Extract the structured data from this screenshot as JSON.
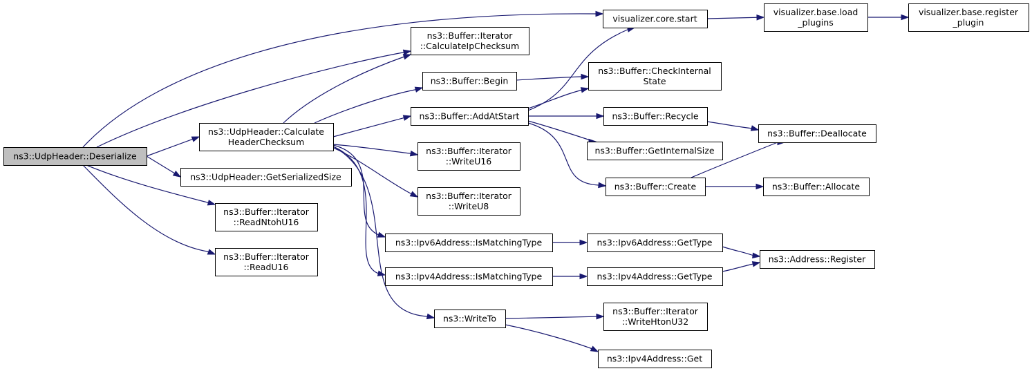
{
  "graph": {
    "nodes": [
      {
        "id": "deserialize",
        "lines": [
          "ns3::UdpHeader::Deserialize"
        ],
        "root": true
      },
      {
        "id": "calc_header",
        "lines": [
          "ns3::UdpHeader::Calculate",
          "HeaderChecksum"
        ]
      },
      {
        "id": "get_ser_size",
        "lines": [
          "ns3::UdpHeader::GetSerializedSize"
        ]
      },
      {
        "id": "read_ntoh16",
        "lines": [
          "ns3::Buffer::Iterator",
          "::ReadNtohU16"
        ]
      },
      {
        "id": "read_u16",
        "lines": [
          "ns3::Buffer::Iterator",
          "::ReadU16"
        ]
      },
      {
        "id": "vis_start",
        "lines": [
          "visualizer.core.start"
        ]
      },
      {
        "id": "vis_load",
        "lines": [
          "visualizer.base.load",
          "_plugins"
        ]
      },
      {
        "id": "vis_register",
        "lines": [
          "visualizer.base.register",
          "_plugin"
        ]
      },
      {
        "id": "calc_ip",
        "lines": [
          "ns3::Buffer::Iterator",
          "::CalculateIpChecksum"
        ]
      },
      {
        "id": "begin",
        "lines": [
          "ns3::Buffer::Begin"
        ]
      },
      {
        "id": "check_internal",
        "lines": [
          "ns3::Buffer::CheckInternal",
          "State"
        ]
      },
      {
        "id": "add_at_start",
        "lines": [
          "ns3::Buffer::AddAtStart"
        ]
      },
      {
        "id": "recycle",
        "lines": [
          "ns3::Buffer::Recycle"
        ]
      },
      {
        "id": "deallocate",
        "lines": [
          "ns3::Buffer::Deallocate"
        ]
      },
      {
        "id": "get_internal_size",
        "lines": [
          "ns3::Buffer::GetInternalSize"
        ]
      },
      {
        "id": "write_u16",
        "lines": [
          "ns3::Buffer::Iterator",
          "::WriteU16"
        ]
      },
      {
        "id": "create",
        "lines": [
          "ns3::Buffer::Create"
        ]
      },
      {
        "id": "allocate",
        "lines": [
          "ns3::Buffer::Allocate"
        ]
      },
      {
        "id": "write_u8",
        "lines": [
          "ns3::Buffer::Iterator",
          "::WriteU8"
        ]
      },
      {
        "id": "ipv6_match",
        "lines": [
          "ns3::Ipv6Address::IsMatchingType"
        ]
      },
      {
        "id": "ipv6_gettype",
        "lines": [
          "ns3::Ipv6Address::GetType"
        ]
      },
      {
        "id": "addr_register",
        "lines": [
          "ns3::Address::Register"
        ]
      },
      {
        "id": "ipv4_match",
        "lines": [
          "ns3::Ipv4Address::IsMatchingType"
        ]
      },
      {
        "id": "ipv4_gettype",
        "lines": [
          "ns3::Ipv4Address::GetType"
        ]
      },
      {
        "id": "write_to",
        "lines": [
          "ns3::WriteTo"
        ]
      },
      {
        "id": "write_hton32",
        "lines": [
          "ns3::Buffer::Iterator",
          "::WriteHtonU32"
        ]
      },
      {
        "id": "ipv4_get",
        "lines": [
          "ns3::Ipv4Address::Get"
        ]
      }
    ],
    "edges": [
      {
        "from": "deserialize",
        "to": "vis_start"
      },
      {
        "from": "deserialize",
        "to": "calc_ip"
      },
      {
        "from": "deserialize",
        "to": "calc_header"
      },
      {
        "from": "deserialize",
        "to": "get_ser_size"
      },
      {
        "from": "deserialize",
        "to": "read_ntoh16"
      },
      {
        "from": "deserialize",
        "to": "read_u16"
      },
      {
        "from": "calc_header",
        "to": "calc_ip"
      },
      {
        "from": "calc_header",
        "to": "begin"
      },
      {
        "from": "calc_header",
        "to": "add_at_start"
      },
      {
        "from": "calc_header",
        "to": "write_u16"
      },
      {
        "from": "calc_header",
        "to": "write_u8"
      },
      {
        "from": "calc_header",
        "to": "ipv6_match"
      },
      {
        "from": "calc_header",
        "to": "ipv4_match"
      },
      {
        "from": "calc_header",
        "to": "write_to"
      },
      {
        "from": "vis_start",
        "to": "vis_load"
      },
      {
        "from": "vis_load",
        "to": "vis_register"
      },
      {
        "from": "begin",
        "to": "check_internal"
      },
      {
        "from": "add_at_start",
        "to": "vis_start"
      },
      {
        "from": "add_at_start",
        "to": "check_internal"
      },
      {
        "from": "add_at_start",
        "to": "recycle"
      },
      {
        "from": "add_at_start",
        "to": "get_internal_size"
      },
      {
        "from": "add_at_start",
        "to": "create"
      },
      {
        "from": "recycle",
        "to": "deallocate"
      },
      {
        "from": "create",
        "to": "deallocate"
      },
      {
        "from": "create",
        "to": "allocate"
      },
      {
        "from": "ipv6_match",
        "to": "ipv6_gettype"
      },
      {
        "from": "ipv6_gettype",
        "to": "addr_register"
      },
      {
        "from": "ipv4_match",
        "to": "ipv4_gettype"
      },
      {
        "from": "ipv4_gettype",
        "to": "addr_register"
      },
      {
        "from": "write_to",
        "to": "write_hton32"
      },
      {
        "from": "write_to",
        "to": "ipv4_get"
      }
    ]
  }
}
